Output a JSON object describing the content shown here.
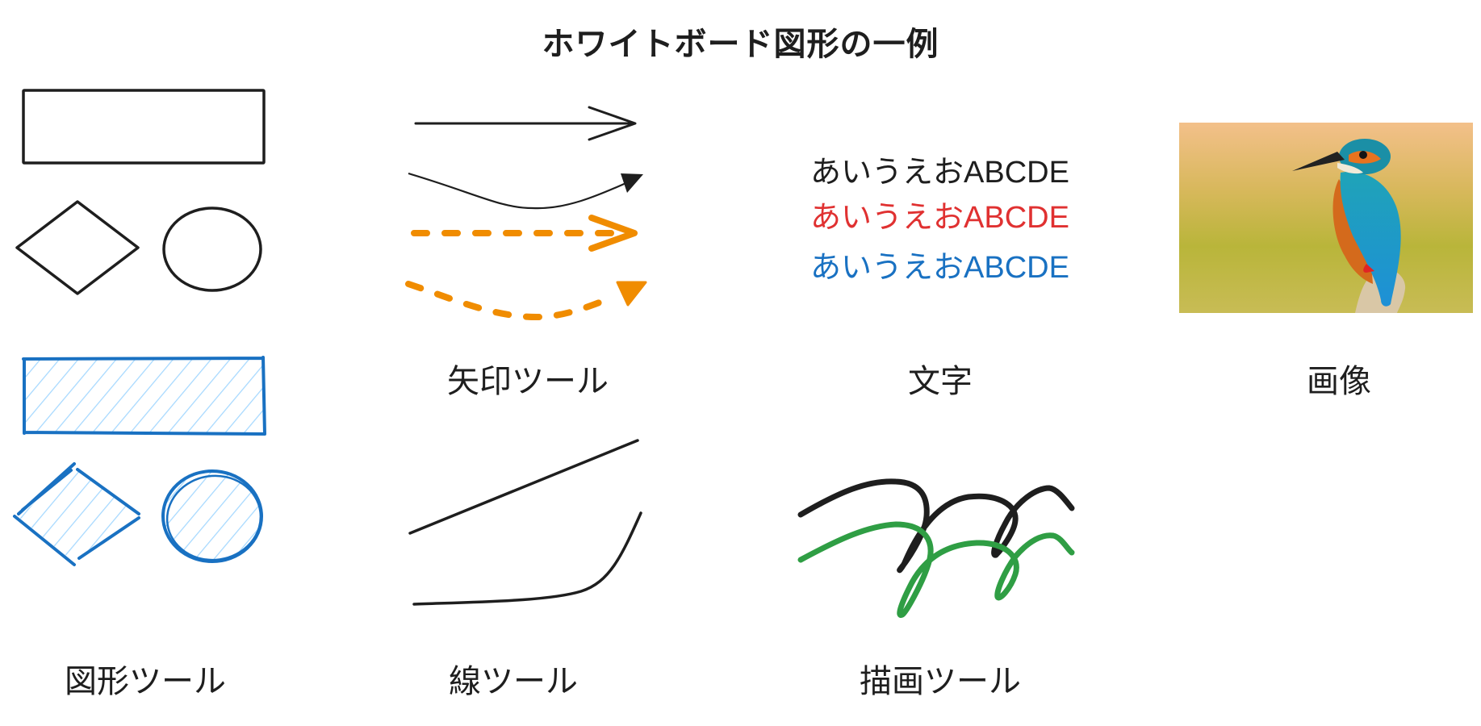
{
  "title": "ホワイトボード図形の一例",
  "sections": {
    "shapes": {
      "label": "図形ツール"
    },
    "arrows": {
      "label": "矢印ツール"
    },
    "text": {
      "label": "文字",
      "samples": [
        {
          "text": "あいうえおABCDE",
          "color": "#1e1e1e"
        },
        {
          "text": "あいうえおABCDE",
          "color": "#e03131"
        },
        {
          "text": "あいうえおABCDE",
          "color": "#1971c2"
        }
      ]
    },
    "image": {
      "label": "画像",
      "subject": "kingfisher-photo"
    },
    "lines": {
      "label": "線ツール"
    },
    "draw": {
      "label": "描画ツール"
    }
  },
  "colors": {
    "stroke_black": "#1e1e1e",
    "stroke_blue": "#1971c2",
    "fill_blue_hatch": "#a5d8ff",
    "stroke_orange": "#f08c00",
    "stroke_green": "#2f9e44",
    "text_red": "#e03131"
  }
}
